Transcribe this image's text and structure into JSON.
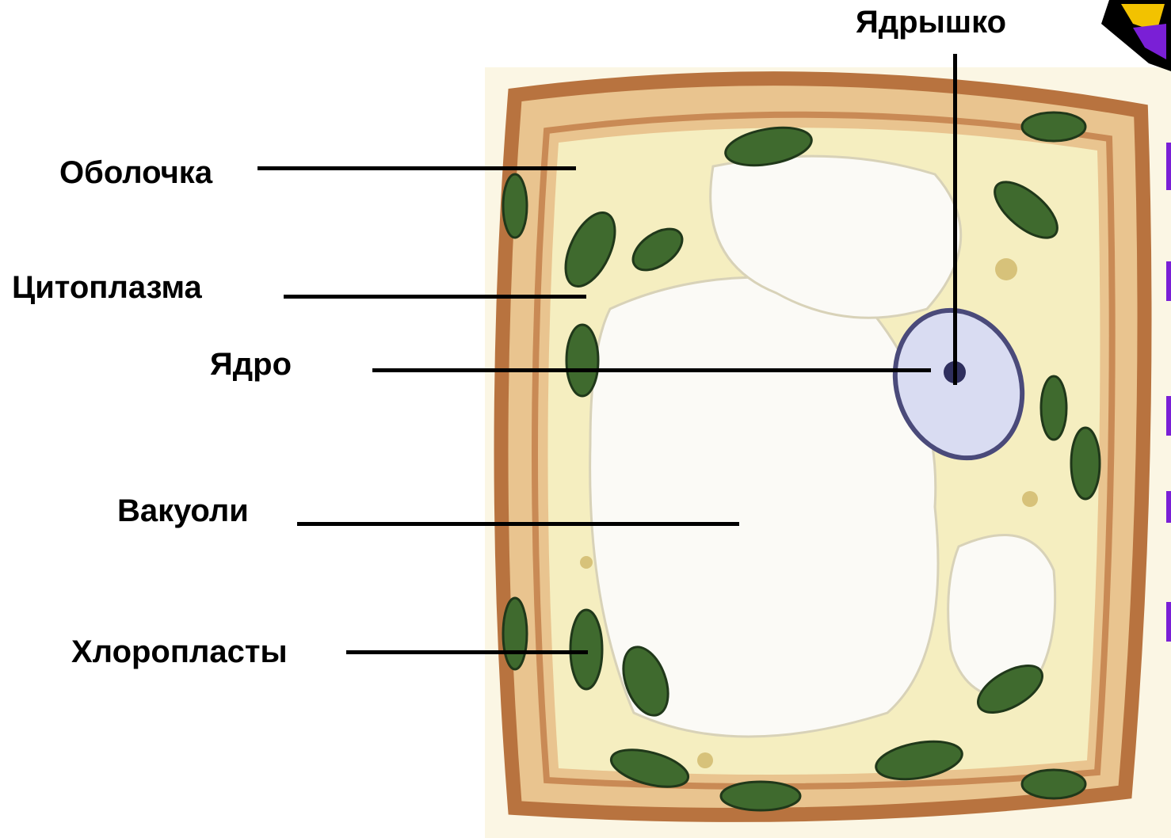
{
  "diagram": {
    "labels": {
      "nucleolus": "Ядрышко",
      "cell_wall": "Оболочка",
      "cytoplasm": "Цитоплазма",
      "nucleus": "Ядро",
      "vacuoles": "Вакуоли",
      "chloroplasts": "Хлоропласты"
    }
  },
  "colors": {
    "cell_wall": "#c98a55",
    "cytoplasm": "#f5eec0",
    "vacuole": "#fbfaf6",
    "chloroplast": "#3f6a2e",
    "nucleus": "#7d7fb8",
    "decoration_purple": "#7a1fd6",
    "decoration_yellow": "#f2c200"
  }
}
